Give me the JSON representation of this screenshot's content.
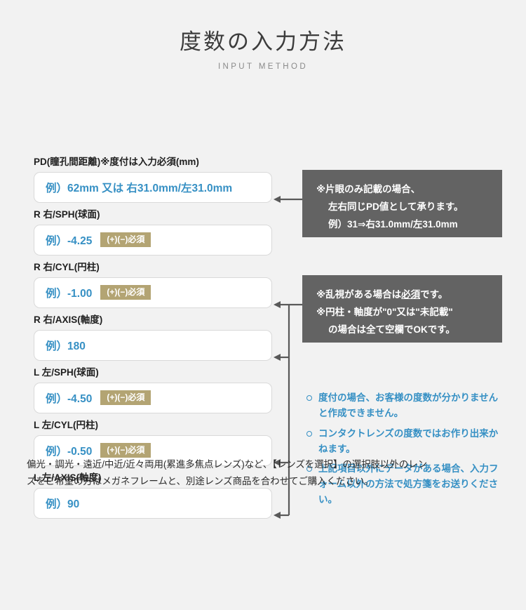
{
  "header": {
    "title_ja": "度数の入力方法",
    "title_en": "INPUT METHOD"
  },
  "accent": {
    "placeholder_blue": "#3690c4",
    "badge_khaki": "#b3a473",
    "note_gray": "#636363",
    "page_bg": "#f2f2f2"
  },
  "fields": [
    {
      "label": "PD(瞳孔間距離)※度付は入力必須(mm)",
      "placeholder": "例）62mm 又は 右31.0mm/左31.0mm",
      "badge": null
    },
    {
      "label": "R 右/SPH(球面)",
      "placeholder": "例）-4.25",
      "badge": "(+)(−)必須"
    },
    {
      "label": "R 右/CYL(円柱)",
      "placeholder": "例）-1.00",
      "badge": "(+)(−)必須"
    },
    {
      "label": "R 右/AXIS(軸度)",
      "placeholder": "例）180",
      "badge": null
    },
    {
      "label": "L 左/SPH(球面)",
      "placeholder": "例）-4.50",
      "badge": "(+)(−)必須"
    },
    {
      "label": "L 左/CYL(円柱)",
      "placeholder": "例）-0.50",
      "badge": "(+)(−)必須"
    },
    {
      "label": "L 左/AXIS(軸度)",
      "placeholder": "例）90",
      "badge": null
    }
  ],
  "note_pd": {
    "lines": [
      "※片眼のみ記載の場合、",
      "左右同じPD値として承ります。",
      "例）31⇒右31.0mm/左31.0mm"
    ]
  },
  "note_cyl": {
    "line1_before": "※乱視がある場合は",
    "line1_underline": "必須",
    "line1_after": "です。",
    "line2": "※円柱・軸度が\"0\"又は\"未記載\"",
    "line3": "の場合は全て空欄でOKです。"
  },
  "bullets": [
    "度付の場合、お客様の度数が分かりませんと作成できません。",
    "コンタクトレンズの度数ではお作り出来かねます。",
    "上記項目以外にデータがある場合、入力フォーム以外の方法で処方箋をお送りください。"
  ],
  "footer": {
    "line1": "偏光・調光・遠近/中近/近々両用(累進多焦点レンズ)など、【レンズを選択】の選択肢以外のレン",
    "line2": "ズをご希望の方はメガネフレームと、別途レンズ商品を合わせてご購入ください。"
  }
}
